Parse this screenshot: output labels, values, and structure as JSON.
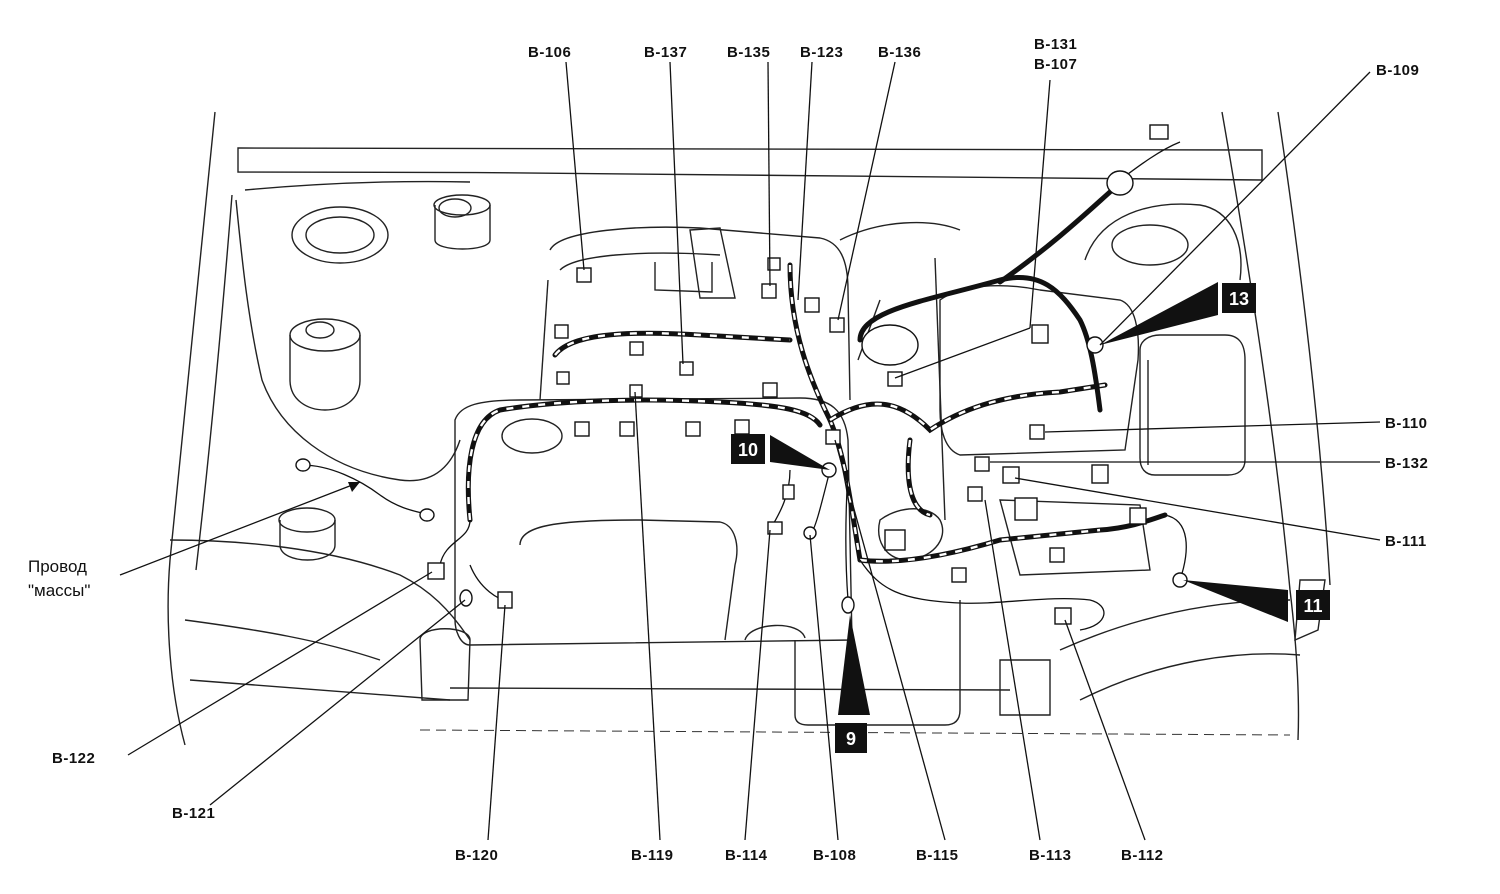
{
  "diagram": {
    "labels": {
      "b106": "B-106",
      "b137": "B-137",
      "b135": "B-135",
      "b123": "B-123",
      "b136": "B-136",
      "b131": "B-131",
      "b107": "B-107",
      "b109": "B-109",
      "b110": "B-110",
      "b132": "B-132",
      "b111": "B-111",
      "b122": "B-122",
      "b121": "B-121",
      "b120": "B-120",
      "b119": "B-119",
      "b114": "B-114",
      "b108": "B-108",
      "b115": "B-115",
      "b113": "B-113",
      "b112": "B-112"
    },
    "ground_wire": {
      "line1": "Провод",
      "line2": "\"массы\""
    },
    "badges": {
      "b9": "9",
      "b10": "10",
      "b11": "11",
      "b13": "13"
    }
  }
}
